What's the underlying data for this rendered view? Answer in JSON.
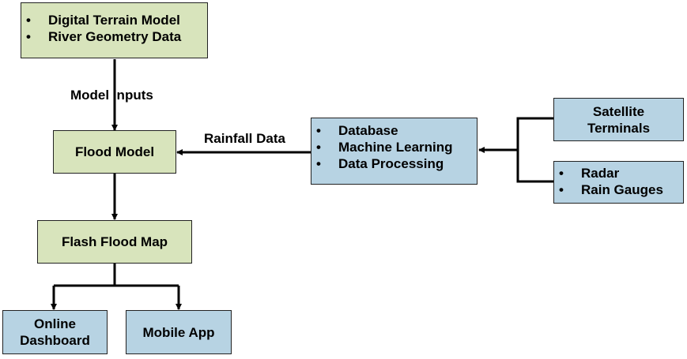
{
  "inputs_box": {
    "items": [
      "Digital Terrain Model",
      "River Geometry Data"
    ]
  },
  "model_inputs_label": "Model Inputs",
  "flood_model": {
    "label": "Flood Model"
  },
  "rainfall_label": "Rainfall Data",
  "processing_box": {
    "items": [
      "Database",
      "Machine Learning",
      "Data Processing"
    ]
  },
  "satellite_box": {
    "line1": "Satellite",
    "line2": "Terminals"
  },
  "sensors_box": {
    "items": [
      "Radar",
      "Rain Gauges"
    ]
  },
  "flash_flood_map": {
    "label": "Flash Flood Map"
  },
  "online_dashboard": {
    "line1": "Online",
    "line2": "Dashboard"
  },
  "mobile_app": {
    "label": "Mobile App"
  },
  "colors": {
    "green_box": "#d8e4bc",
    "blue_box": "#b7d3e3",
    "connector": "#000000"
  }
}
